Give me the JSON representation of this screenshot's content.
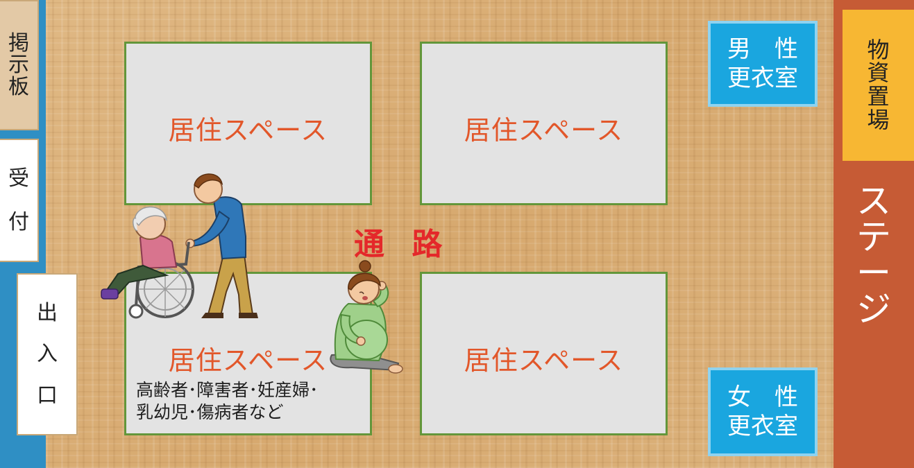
{
  "left_side": {
    "notice_board": [
      "掲",
      "示",
      "板"
    ],
    "reception": [
      "受",
      "付"
    ],
    "entrance": [
      "出",
      "入",
      "口"
    ]
  },
  "living_spaces": [
    {
      "label": "居住スペース"
    },
    {
      "label": "居住スペース"
    },
    {
      "label": "居住スペース",
      "note_line1": "高齢者･障害者･妊産婦･",
      "note_line2": "乳幼児･傷病者など"
    },
    {
      "label": "居住スペース"
    }
  ],
  "passage": "通 路",
  "locker_rooms": {
    "male": {
      "line1": "男　性",
      "line2": "更衣室"
    },
    "female": {
      "line1": "女　性",
      "line2": "更衣室"
    }
  },
  "right_side": {
    "supplies": [
      "物",
      "資",
      "置",
      "場"
    ],
    "stage": [
      "ス",
      "テ",
      "ー",
      "ジ"
    ]
  },
  "illustrations": [
    "wheelchair-caregiver-illustration",
    "pregnant-woman-illustration"
  ],
  "colors": {
    "floor": "#dcb27a",
    "left_strip": "#2f8fc4",
    "living_fill": "#e3e3e3",
    "living_border": "#63963a",
    "living_label": "#e2572a",
    "passage": "#e4282a",
    "locker": "#1aa6df",
    "stage": "#c65b35",
    "supplies": "#f7b733"
  }
}
